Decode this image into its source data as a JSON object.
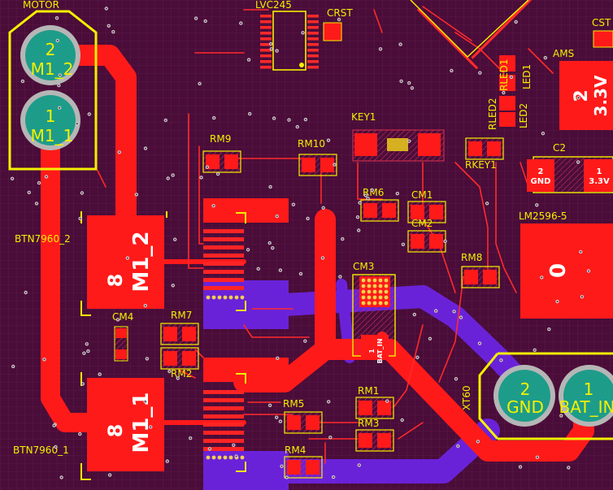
{
  "colors": {
    "board": "#4a0c38",
    "grid": "#5c1f4c",
    "top_copper": "#ff1a1a",
    "bottom_copper": "#6a22d8",
    "silkscreen": "#f4f000",
    "pad_fill": "#1e9c8a",
    "pad_ring": "#b8b8b8"
  },
  "connectors": {
    "motor": {
      "title": "MOTOR",
      "pin2": {
        "num": "2",
        "name": "M1_2"
      },
      "pin1": {
        "num": "1",
        "name": "M1_1"
      }
    },
    "xt60": {
      "title": "XT60",
      "pin2": {
        "num": "2",
        "name": "GND"
      },
      "pin1": {
        "num": "1",
        "name": "BAT_IN"
      }
    }
  },
  "drivers": {
    "top": {
      "ref": "BTN7960_2",
      "pad_num": "8",
      "pad_net": "M1_2"
    },
    "bottom": {
      "ref": "BTN7960_1",
      "pad_num": "8",
      "pad_net": "M1_1"
    }
  },
  "ics": {
    "lvc245": "LVC245",
    "crst": "CRST",
    "cst": "CST",
    "ams": {
      "ref": "AMS",
      "pad_num": "2",
      "pad_net": "3.3V"
    },
    "lm2596": {
      "ref": "LM2596-5",
      "pad_num": "0"
    },
    "c2": {
      "ref": "C2",
      "pad2_num": "2",
      "pad2_net": "GND",
      "pad1_num": "1",
      "pad1_net": "3.3V"
    },
    "cm3": {
      "ref": "CM3",
      "pad_num": "1",
      "pad_net": "BAT_IN"
    },
    "key1": "KEY1"
  },
  "passives": {
    "rm9": "RM9",
    "rm10": "RM10",
    "rm6": "RM6",
    "cm1": "CM1",
    "cm2": "CM2",
    "rm8": "RM8",
    "cm4": "CM4",
    "rm7": "RM7",
    "rm2": "RM2",
    "rm5": "RM5",
    "rm1": "RM1",
    "rm3": "RM3",
    "rm4": "RM4",
    "rkey1": "RKEY1",
    "rled2": "RLED2",
    "rled1": "RLED1",
    "led2": "LED2",
    "led1": "LED1"
  }
}
